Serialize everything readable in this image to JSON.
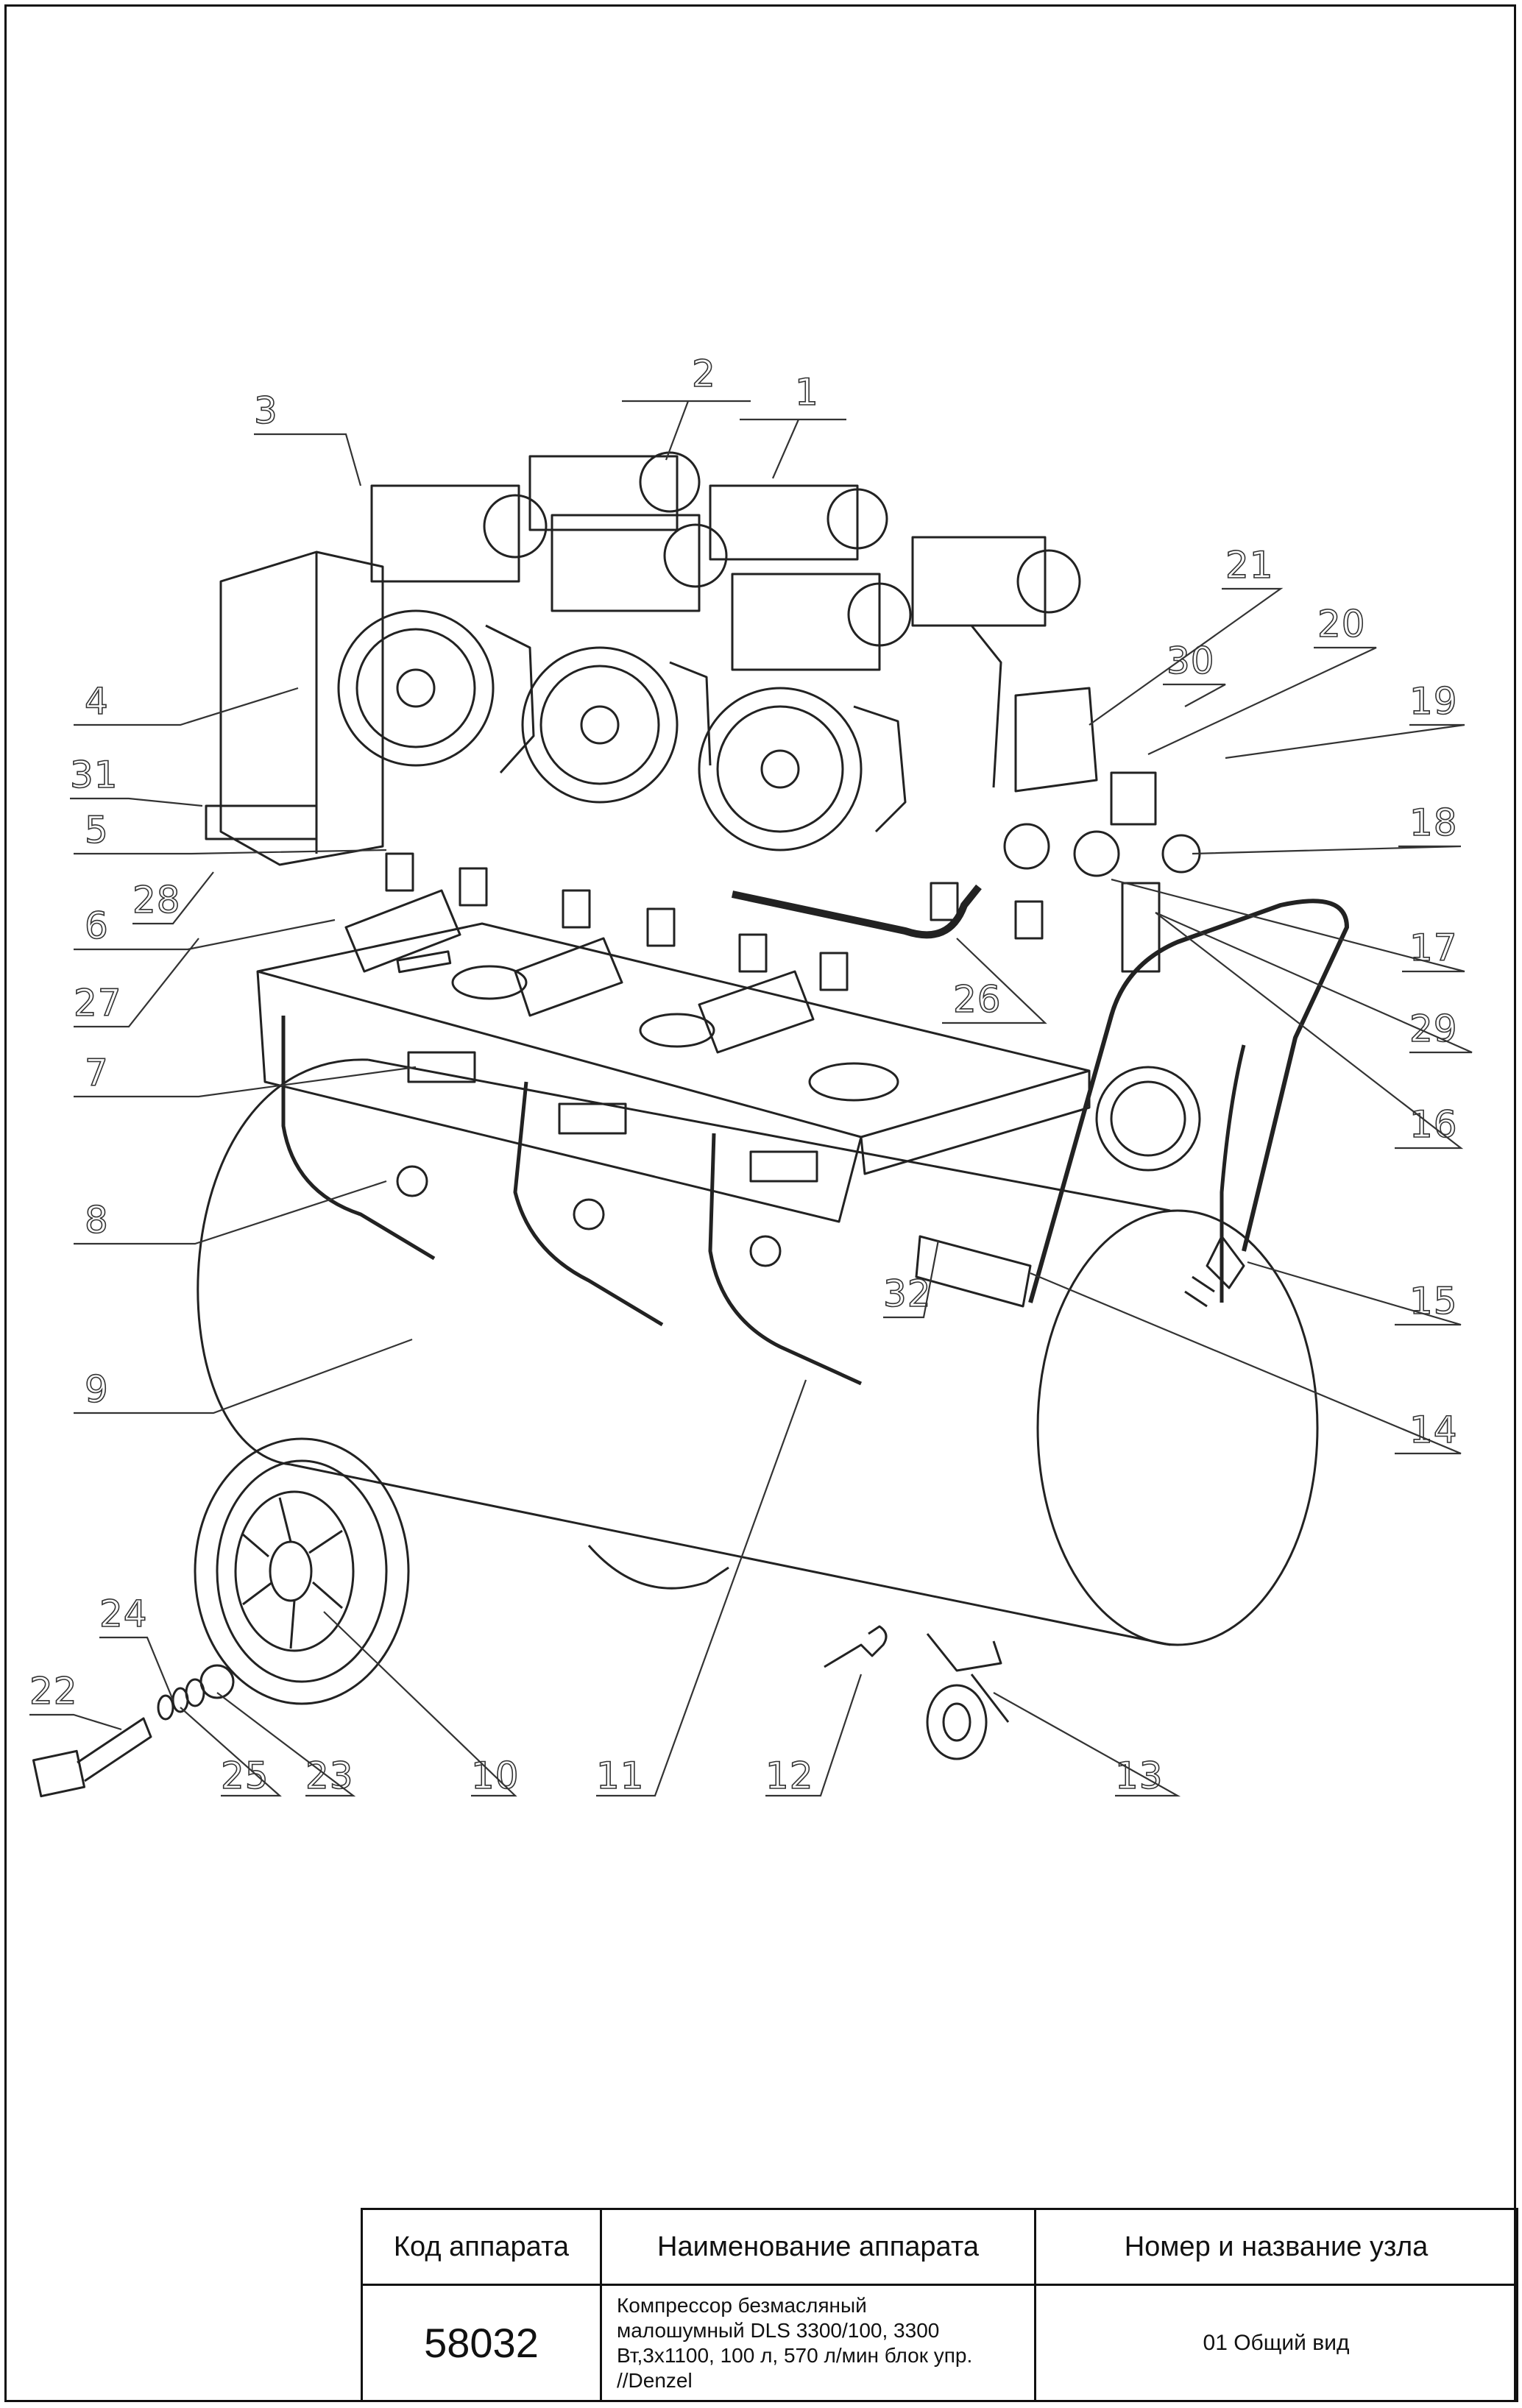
{
  "callouts": [
    "1",
    "2",
    "3",
    "4",
    "5",
    "6",
    "7",
    "8",
    "9",
    "10",
    "11",
    "12",
    "13",
    "14",
    "15",
    "16",
    "17",
    "18",
    "19",
    "20",
    "21",
    "22",
    "23",
    "24",
    "25",
    "26",
    "27",
    "28",
    "29",
    "30",
    "31",
    "32"
  ],
  "title_block": {
    "headers": {
      "code": "Код аппарата",
      "name": "Наименование аппарата",
      "unit": "Номер и название узла"
    },
    "code": "58032",
    "name_lines": [
      "Компрессор безмасляный",
      "малошумный DLS 3300/100, 3300",
      "Вт,3х1100, 100 л, 570 л/мин блок упр.",
      "//Denzel"
    ],
    "unit": "01 Общий вид"
  }
}
